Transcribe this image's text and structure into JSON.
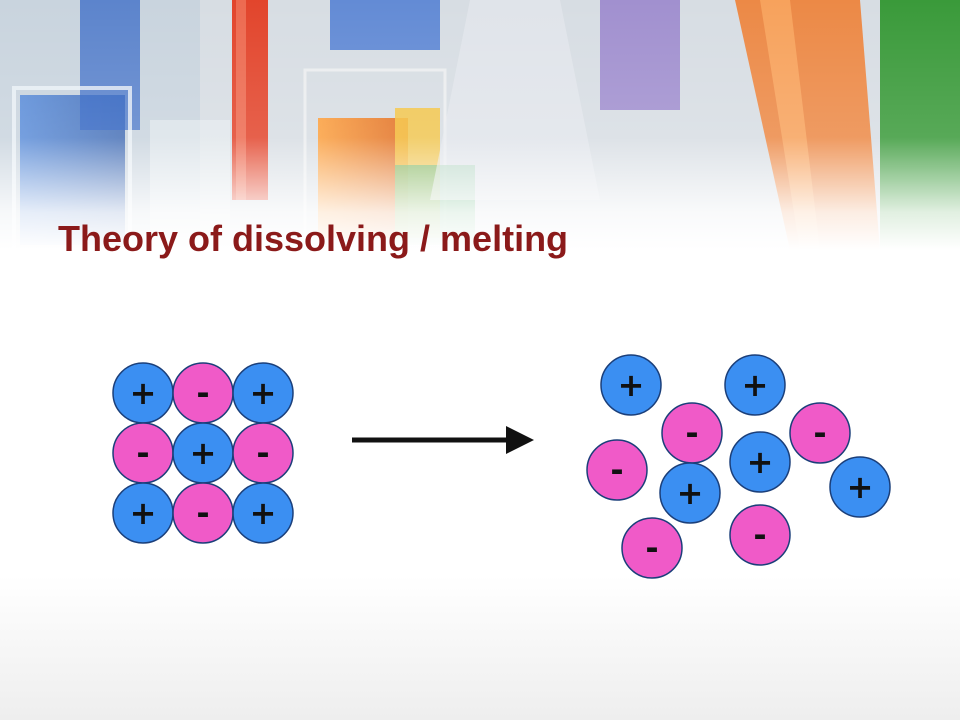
{
  "title": "Theory of dissolving / melting",
  "colors": {
    "cation": "#3b8ff2",
    "anion": "#f05ac8",
    "title": "#8b1a1a",
    "arrow": "#111111"
  },
  "diagram": {
    "solid_lattice": {
      "rows": 3,
      "cols": 3,
      "ions": [
        {
          "charge": "+"
        },
        {
          "charge": "-"
        },
        {
          "charge": "+"
        },
        {
          "charge": "-"
        },
        {
          "charge": "+"
        },
        {
          "charge": "-"
        },
        {
          "charge": "+"
        },
        {
          "charge": "-"
        },
        {
          "charge": "+"
        }
      ]
    },
    "arrow": {
      "direction": "right"
    },
    "dissolved_ions": [
      {
        "charge": "+"
      },
      {
        "charge": "+"
      },
      {
        "charge": "-"
      },
      {
        "charge": "-"
      },
      {
        "charge": "-"
      },
      {
        "charge": "+"
      },
      {
        "charge": "+"
      },
      {
        "charge": "+"
      },
      {
        "charge": "-"
      },
      {
        "charge": "-"
      }
    ]
  }
}
